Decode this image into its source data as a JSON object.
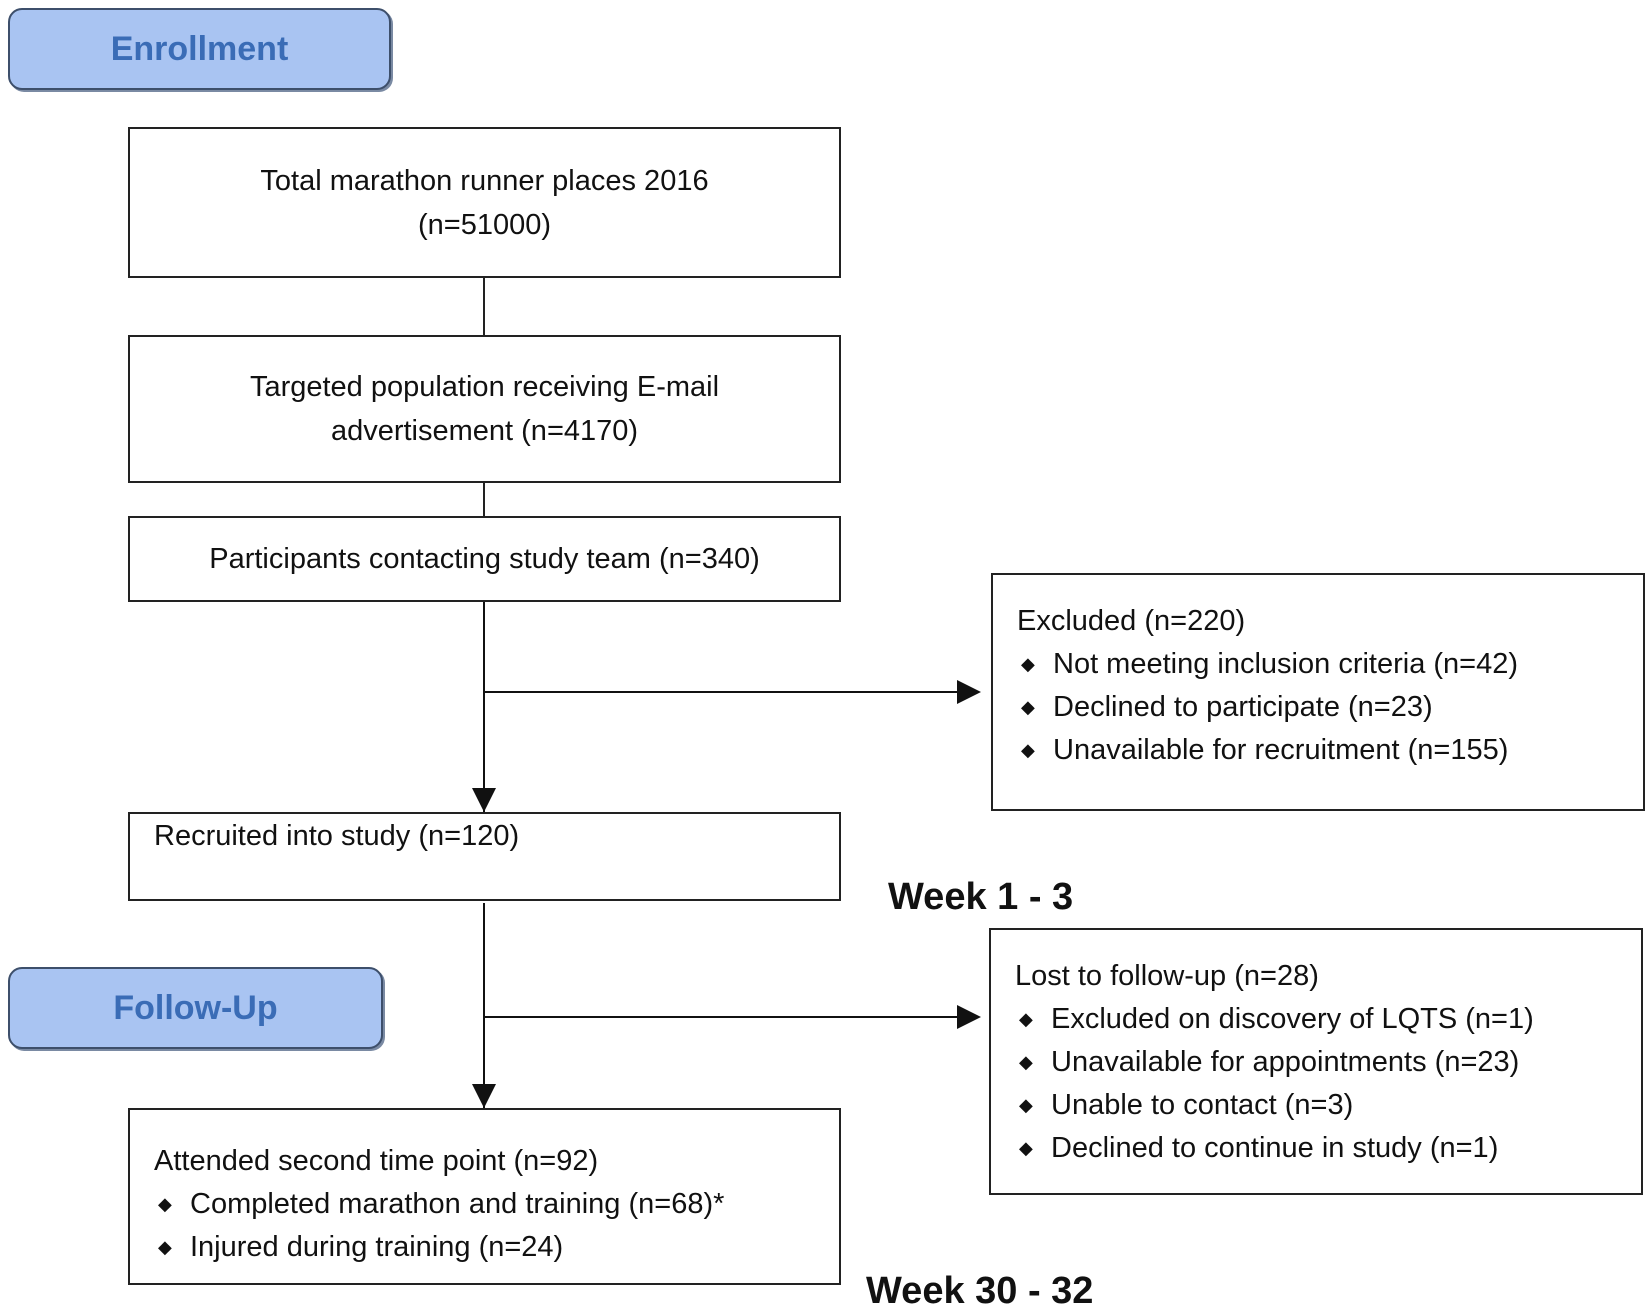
{
  "stages": {
    "enrollment": "Enrollment",
    "follow_up": "Follow-Up"
  },
  "boxes": {
    "total_places": [
      "Total marathon runner places 2016",
      "(n=51000)"
    ],
    "targeted": [
      "Targeted population receiving E-mail",
      "advertisement (n=4170)"
    ],
    "contacting": "Participants contacting study team (n=340)",
    "recruited": "Recruited into study (n=120)",
    "attended": {
      "heading": "Attended second time point  (n=92)",
      "items": [
        "Completed marathon and training (n=68)*",
        "Injured during training (n=24)"
      ]
    }
  },
  "excluded": {
    "heading": "Excluded  (n=220)",
    "items": [
      "Not meeting inclusion criteria (n=42)",
      "Declined to participate (n=23)",
      "Unavailable for recruitment (n=155)"
    ]
  },
  "lost": {
    "heading": "Lost to follow-up  (n=28)",
    "items": [
      "Excluded on discovery of LQTS (n=1)",
      "Unavailable for appointments (n=23)",
      "Unable to contact (n=3)",
      "Declined to continue in study (n=1)"
    ]
  },
  "weeks": {
    "first": "Week 1 - 3",
    "second": "Week 30 - 32"
  }
}
